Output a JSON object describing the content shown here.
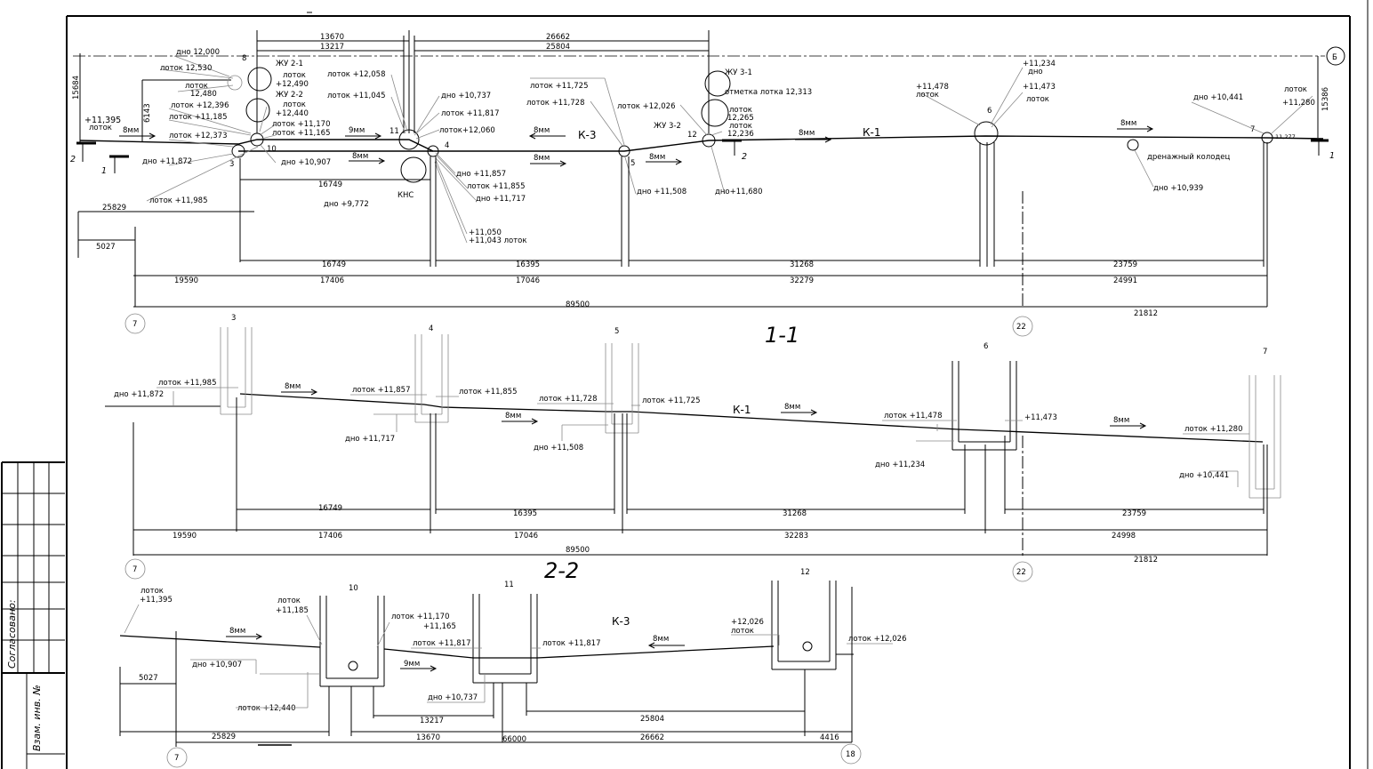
{
  "plan": {
    "top_dims": [
      "13670",
      "13217",
      "26662",
      "25804"
    ],
    "left_dims": [
      "15684",
      "6143"
    ],
    "right_dim": "15386",
    "axis_b": "Б",
    "section_markers": [
      "2",
      "1",
      "2",
      "1"
    ],
    "well_numbers": [
      "8",
      "3",
      "10",
      "11",
      "4",
      "5",
      "12",
      "6",
      "7"
    ],
    "levels": {
      "w8_dno": "дно 12,000",
      "w8_lotok": "лоток 12,530",
      "lotok_12480": "лоток",
      "lotok_12480_val": "12,480",
      "lotok_12396": "лоток +12,396",
      "lotok_11185": "лоток +11,185",
      "lotok_12373": "лоток +12,373",
      "left_11395": "+11,395",
      "left_11395_lbl": "лоток",
      "zhu21": "ЖУ 2-1",
      "zhu21_lotok": "лоток",
      "zhu21_val": "+12,490",
      "zhu22": "ЖУ 2-2",
      "zhu22_lotok": "лоток",
      "zhu22_val": "+12,440",
      "lotok_11170": "лоток +11,170",
      "lotok_11165": "лоток +11,165",
      "lotok_12058": "лоток +12,058",
      "lotok_11045": "лоток +11,045",
      "dno_10737": "дно +10,737",
      "lotok_11817": "лоток +11,817",
      "lotok_12060": "лоток+12,060",
      "dno_11872": "дно +11,872",
      "dno_10907": "дно +10,907",
      "dno_11857": "дно +11,857",
      "lotok_11855": "лоток +11,855",
      "dno_11717": "дно +11,717",
      "lotok_11985": "лоток +11,985",
      "kns": "КНС",
      "dno_9772": "дно +9,772",
      "lotok_11050": "+11,050",
      "lotok_11043": "+11,043 лоток",
      "lotok_11725": "лоток +11,725",
      "lotok_11728": "лоток +11,728",
      "lotok_12026": "лоток +12,026",
      "dno_11508": "дно +11,508",
      "zhu31": "ЖУ 3-1",
      "otmetka": "отметка лотка 12,313",
      "zhu32": "ЖУ 3-2",
      "zhu32_lotok1": "лоток",
      "zhu32_val1": "12,265",
      "zhu32_lotok2": "лоток",
      "zhu32_val2": "12,236",
      "dno_11680": "дно+11,680",
      "w6_11478": "+11,478",
      "w6_11478_lbl": "лоток",
      "w6_11234": "+11,234",
      "w6_11234_lbl": "дно",
      "w6_11473": "+11,473",
      "w6_11473_lbl": "лоток",
      "dno_10441": "дно +10,441",
      "w7_lotok": "лоток",
      "w7_11280": "+11,280",
      "w7_11277": "11,277",
      "drain": "дренажный колодец",
      "dno_10939": "дно +10,939"
    },
    "slopes": [
      "8мм",
      "9мм",
      "8мм",
      "8мм",
      "8мм",
      "8мм",
      "8мм",
      "8мм"
    ],
    "pipe_k3": "К-3",
    "pipe_k1": "К-1",
    "dims_lower": [
      "16749",
      "25829",
      "5027"
    ],
    "row1": [
      "16749",
      "16395",
      "31268",
      "23759"
    ],
    "row2": [
      "19590",
      "17406",
      "17046",
      "32279",
      "24991"
    ],
    "total": "89500",
    "right_total": "21812",
    "axes": [
      "7",
      "22"
    ]
  },
  "section11": {
    "title": "1-1",
    "wells": [
      "3",
      "4",
      "5",
      "6",
      "7"
    ],
    "labels": {
      "lotok_11985": "лоток +11,985",
      "dno_11872": "дно +11,872",
      "lotok_11857": "лоток +11,857",
      "lotok_11855": "лоток +11,855",
      "dno_11717": "дно +11,717",
      "lotok_11728": "лоток +11,728",
      "lotok_11725": "лоток +11,725",
      "dno_11508": "дно +11,508",
      "lotok_11478": "лоток +11,478",
      "dno_11234": "дно +11,234",
      "lotok_11473": "+11,473",
      "lotok_11280": "лоток +11,280",
      "dno_10441": "дно +10,441"
    },
    "slopes": [
      "8мм",
      "8мм",
      "8мм",
      "8мм"
    ],
    "pipe": "К-1",
    "row1": [
      "16749",
      "16395",
      "31268",
      "23759"
    ],
    "row2": [
      "19590",
      "17406",
      "17046",
      "32283",
      "24998"
    ],
    "total": "89500",
    "right_total": "21812",
    "axes": [
      "7",
      "22"
    ]
  },
  "section22": {
    "title": "2-2",
    "wells": [
      "10",
      "11",
      "12"
    ],
    "labels": {
      "lotok_11395_lbl": "лоток",
      "lotok_11395": "+11,395",
      "lotok_11185_lbl": "лоток",
      "lotok_11185": "+11,185",
      "lotok_11170": "лоток +11,170",
      "lotok_11165": "+11,165",
      "lotok_11817a": "лоток +11,817",
      "lotok_11817b": "лоток +11,817",
      "dno_10907": "дно +10,907",
      "lotok_12440": "лоток +12,440",
      "dno_10737": "дно +10,737",
      "lotok_12026a": "+12,026",
      "lotok_12026a_lbl": "лоток",
      "lotok_12026b": "лоток +12,026"
    },
    "slopes": [
      "8мм",
      "9мм",
      "8мм"
    ],
    "pipe": "К-3",
    "dims": [
      "5027",
      "13217",
      "25804",
      "25829",
      "13670",
      "66000",
      "26662",
      "4416"
    ],
    "axes": [
      "7",
      "18"
    ]
  },
  "stamp": {
    "soglasovano": "Согласовано:",
    "vzam": "Взам. инв. №"
  }
}
